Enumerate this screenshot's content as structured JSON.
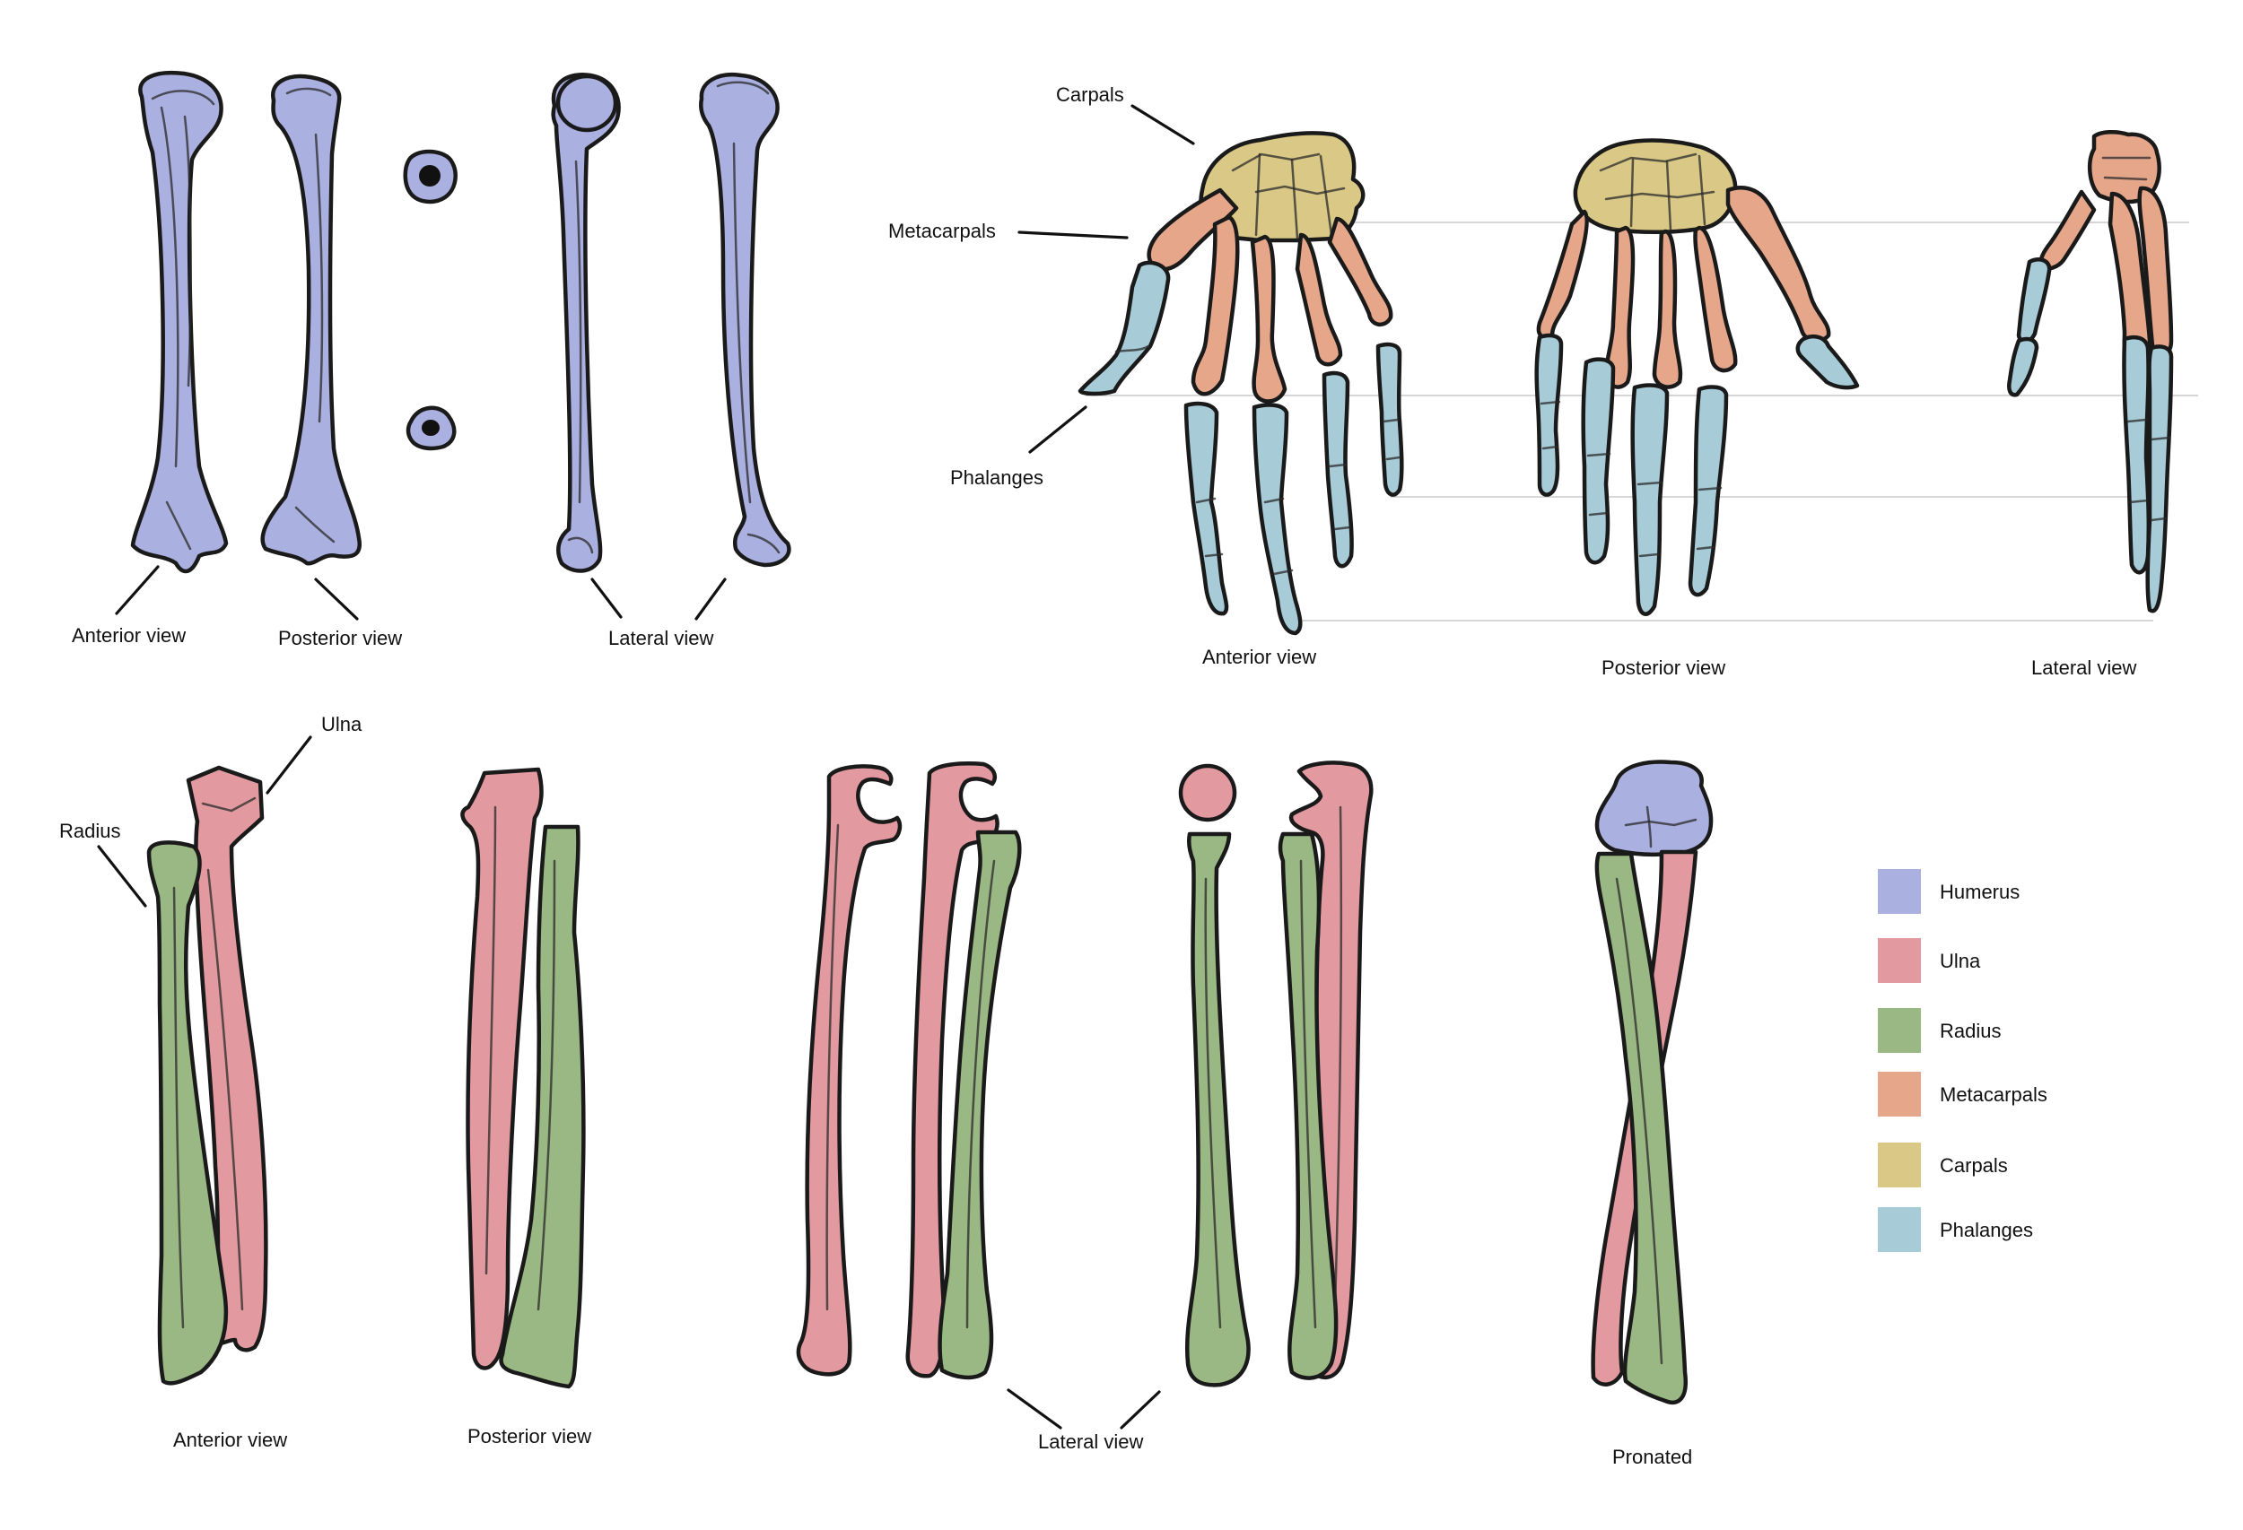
{
  "colors": {
    "humerus": "#aab0e0",
    "ulna": "#e29aa0",
    "radius": "#9ab883",
    "metacarpals": "#e6a68a",
    "carpals": "#d9c886",
    "phalanges": "#a7ccd8"
  },
  "humerus_panel": {
    "anterior": "Anterior view",
    "posterior": "Posterior view",
    "lateral": "Lateral view"
  },
  "hand_panel": {
    "carpals": "Carpals",
    "metacarpals": "Metacarpals",
    "phalanges": "Phalanges",
    "anterior": "Anterior view",
    "posterior": "Posterior view",
    "lateral": "Lateral view"
  },
  "forearm_panel": {
    "ulna": "Ulna",
    "radius": "Radius",
    "anterior": "Anterior view",
    "posterior": "Posterior view",
    "lateral": "Lateral view",
    "pronated": "Pronated"
  },
  "legend": [
    {
      "label": "Humerus",
      "color": "#aab0e0"
    },
    {
      "label": "Ulna",
      "color": "#e29aa0"
    },
    {
      "label": "Radius",
      "color": "#9ab883"
    },
    {
      "label": "Metacarpals",
      "color": "#e6a68a"
    },
    {
      "label": "Carpals",
      "color": "#d9c886"
    },
    {
      "label": "Phalanges",
      "color": "#a7ccd8"
    }
  ]
}
